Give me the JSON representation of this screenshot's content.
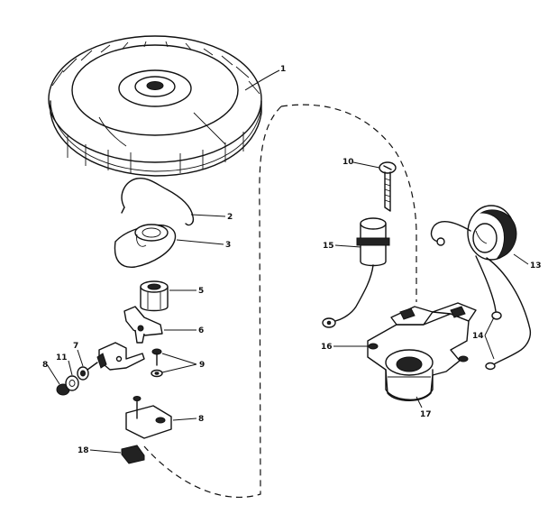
{
  "callouts": [
    {
      "id": "c1",
      "text": "1"
    },
    {
      "id": "c2",
      "text": "2"
    },
    {
      "id": "c3",
      "text": "3"
    },
    {
      "id": "c5",
      "text": "5"
    },
    {
      "id": "c6",
      "text": "6"
    },
    {
      "id": "c7",
      "text": "7"
    },
    {
      "id": "c8a",
      "text": "8"
    },
    {
      "id": "c11",
      "text": "11"
    },
    {
      "id": "c9",
      "text": "9"
    },
    {
      "id": "c8b",
      "text": "8"
    },
    {
      "id": "c18",
      "text": "18"
    },
    {
      "id": "c10",
      "text": "10"
    },
    {
      "id": "c15",
      "text": "15"
    },
    {
      "id": "c13",
      "text": "13"
    },
    {
      "id": "c14",
      "text": "14"
    },
    {
      "id": "c16",
      "text": "16"
    },
    {
      "id": "c17",
      "text": "17"
    }
  ]
}
